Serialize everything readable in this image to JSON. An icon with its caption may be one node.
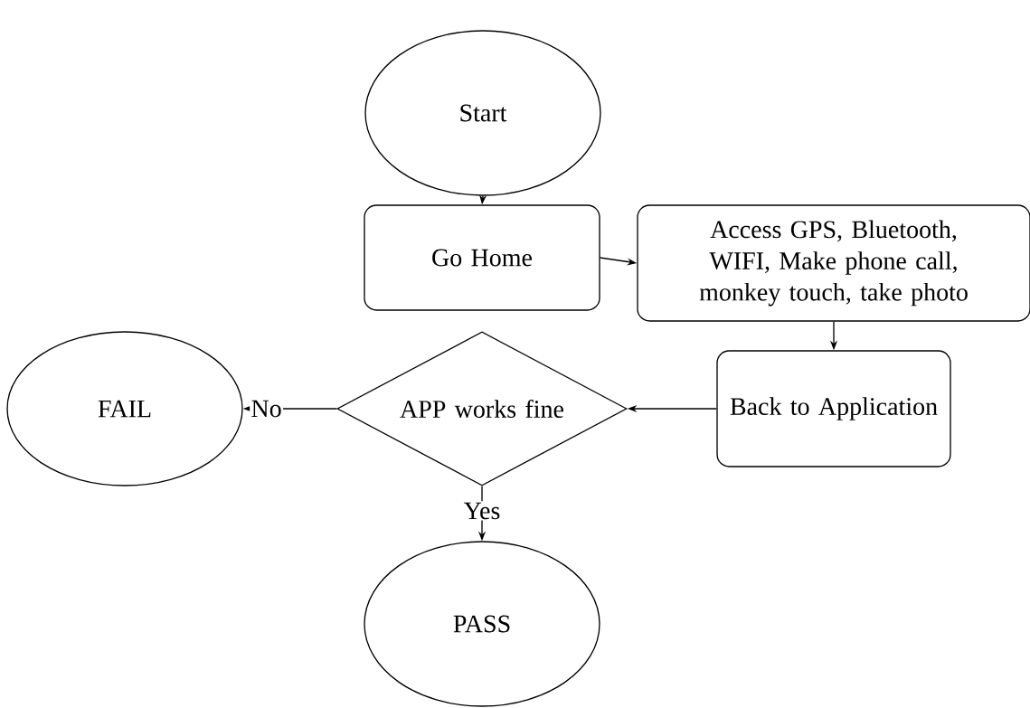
{
  "diagram": {
    "nodes": [
      {
        "text": [
          "Start"
        ]
      },
      {
        "text": [
          "Go Home"
        ]
      },
      {
        "text": [
          "Access GPS, Bluetooth, WIFI, Make phone call, monkey touch, take photo"
        ]
      },
      {
        "text": [
          "Back to Application"
        ]
      },
      {
        "text": [
          "APP works fine"
        ]
      },
      {
        "text": [
          "FAIL"
        ]
      },
      {
        "text": [
          "PASS"
        ]
      }
    ],
    "edges": [
      {
        "from": 0,
        "to": 1,
        "arrow": "to"
      },
      {
        "from": 1,
        "to": 2,
        "arrow": "to"
      },
      {
        "from": 2,
        "to": 3,
        "arrow": "to"
      },
      {
        "from": 3,
        "to": 4,
        "arrow": "to"
      },
      {
        "from": 4,
        "to": 5,
        "arrow": "to",
        "label": "No"
      },
      {
        "from": 4,
        "to": 6,
        "arrow": "to",
        "label": "Yes"
      }
    ]
  }
}
